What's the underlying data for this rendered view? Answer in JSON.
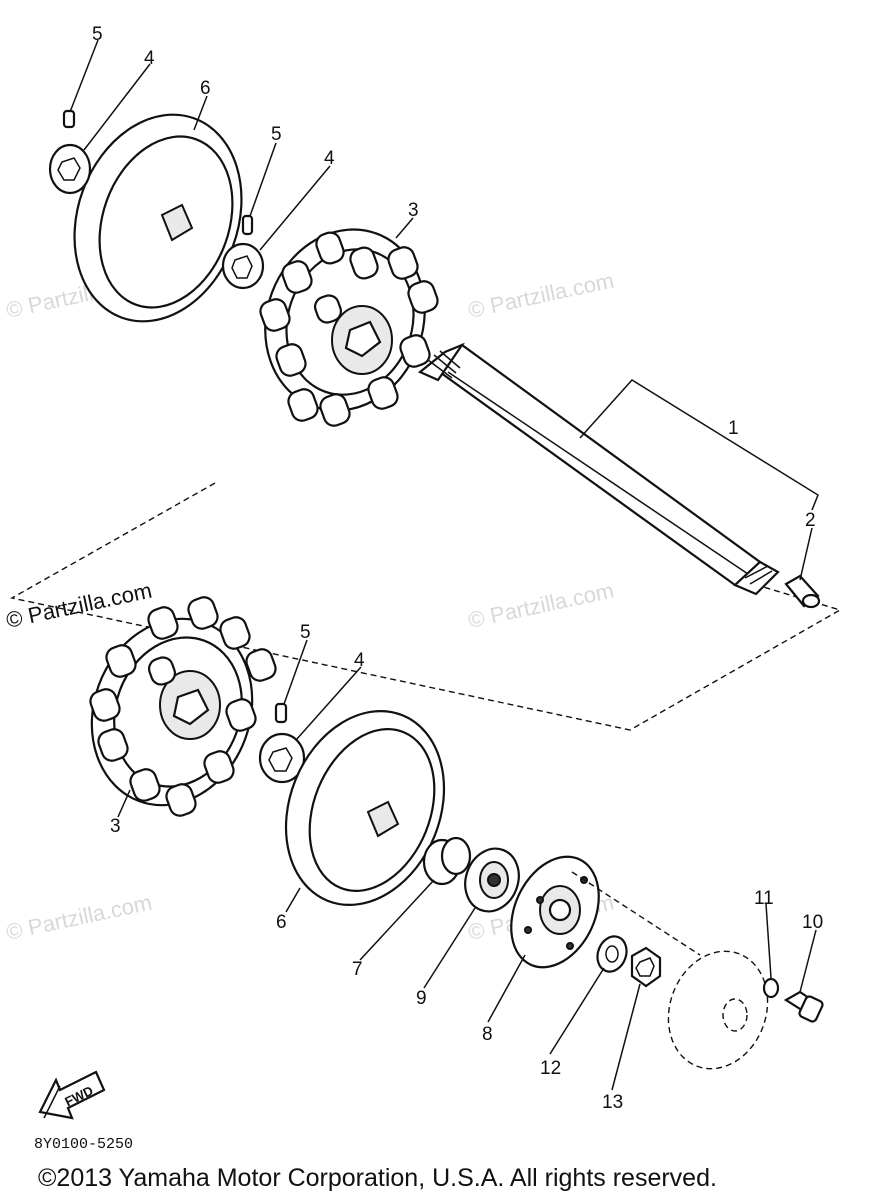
{
  "watermark": "© Partzilla.com",
  "callouts": {
    "c1": "1",
    "c2": "2",
    "c3a": "3",
    "c3b": "3",
    "c4a": "4",
    "c4b": "4",
    "c4c": "4",
    "c5a": "5",
    "c5b": "5",
    "c5c": "5",
    "c6a": "6",
    "c6b": "6",
    "c7": "7",
    "c8": "8",
    "c9": "9",
    "c10": "10",
    "c11": "11",
    "c12": "12",
    "c13": "13"
  },
  "fwd_label": "FWD",
  "diagram_code": "8Y0100-5250",
  "copyright": "©2013 Yamaha Motor Corporation, U.S.A. All rights reserved."
}
